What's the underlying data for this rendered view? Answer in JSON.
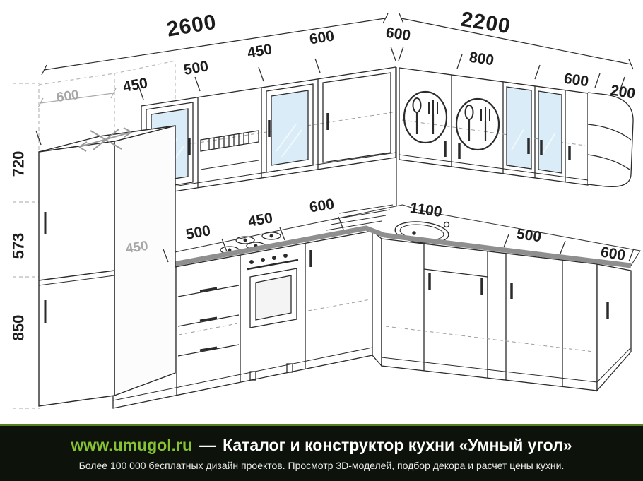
{
  "colors": {
    "accent_green": "#86c232",
    "banner_background": "#0d120a",
    "line_ink": "#2b2b2b",
    "dim_gray": "#a6a6a6",
    "glass_blue": "#d9ecf7",
    "counter_gray": "#8f8f8f"
  },
  "dimensions": {
    "wall_left_total": "2600",
    "wall_right_total": "2200",
    "upper_left": [
      "450",
      "500",
      "450",
      "600"
    ],
    "upper_right": [
      "600",
      "800",
      "600",
      "200"
    ],
    "fridge_width": "600",
    "heights": [
      "720",
      "573",
      "850"
    ],
    "counter_left_start": "450",
    "counter_left": [
      "500",
      "450",
      "600"
    ],
    "counter_right": [
      "1100",
      "500",
      "600"
    ]
  },
  "banner": {
    "site": "www.umugol.ru",
    "separator": "—",
    "title": "Каталог и конструктор кухни «Умный угол»",
    "subtitle": "Более 100 000 бесплатных дизайн проектов. Просмотр 3D-моделей, подбор декора и расчет цены кухни."
  }
}
